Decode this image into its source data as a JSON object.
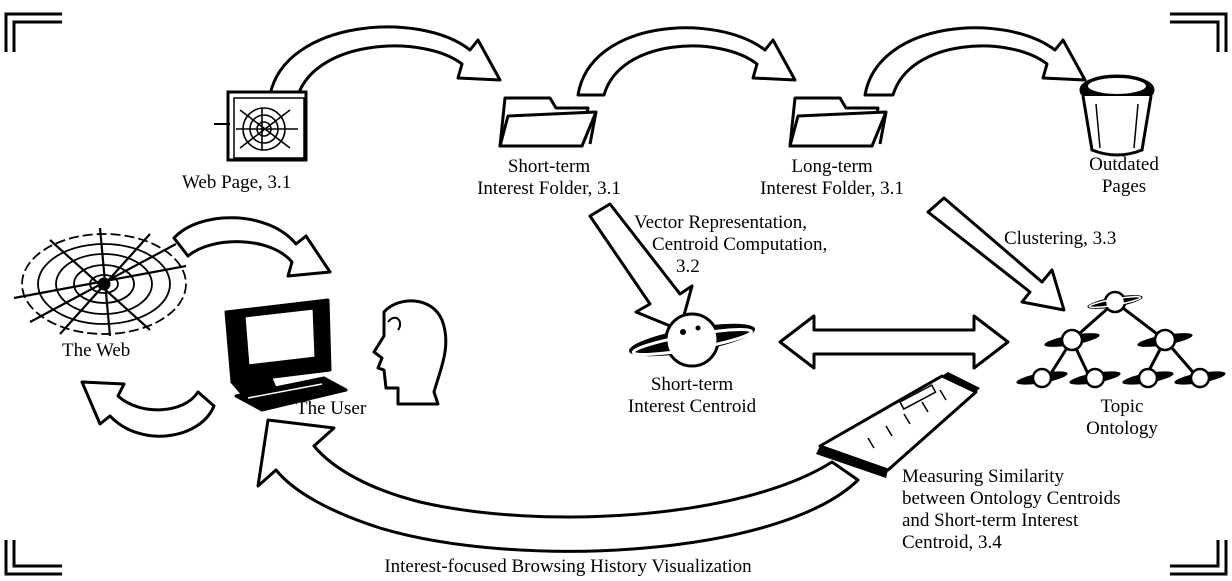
{
  "labels": {
    "web_page": "Web Page, 3.1",
    "short_folder_line1": "Short-term",
    "short_folder_line2": "Interest Folder, 3.1",
    "long_folder_line1": "Long-term",
    "long_folder_line2": "Interest Folder, 3.1",
    "outdated_line1": "Outdated",
    "outdated_line2": "Pages",
    "vector_line1": "Vector Representation,",
    "vector_line2": "Centroid Computation,",
    "vector_line3": "3.2",
    "clustering": "Clustering, 3.3",
    "the_web": "The Web",
    "the_user": "The User",
    "centroid_line1": "Short-term",
    "centroid_line2": "Interest Centroid",
    "ontology_line1": "Topic",
    "ontology_line2": "Ontology",
    "similarity_line1": "Measuring Similarity",
    "similarity_line2": "between Ontology Centroids",
    "similarity_line3": "and Short-term Interest",
    "similarity_line4": "Centroid, 3.4",
    "visualization": "Interest-focused Browsing History Visualization"
  },
  "icons": [
    "web-page-icon",
    "folder-icon",
    "trash-can-icon",
    "spider-web-icon",
    "computer-icon",
    "user-head-icon",
    "planet-icon",
    "ontology-tree-icon",
    "ruler-icon"
  ]
}
